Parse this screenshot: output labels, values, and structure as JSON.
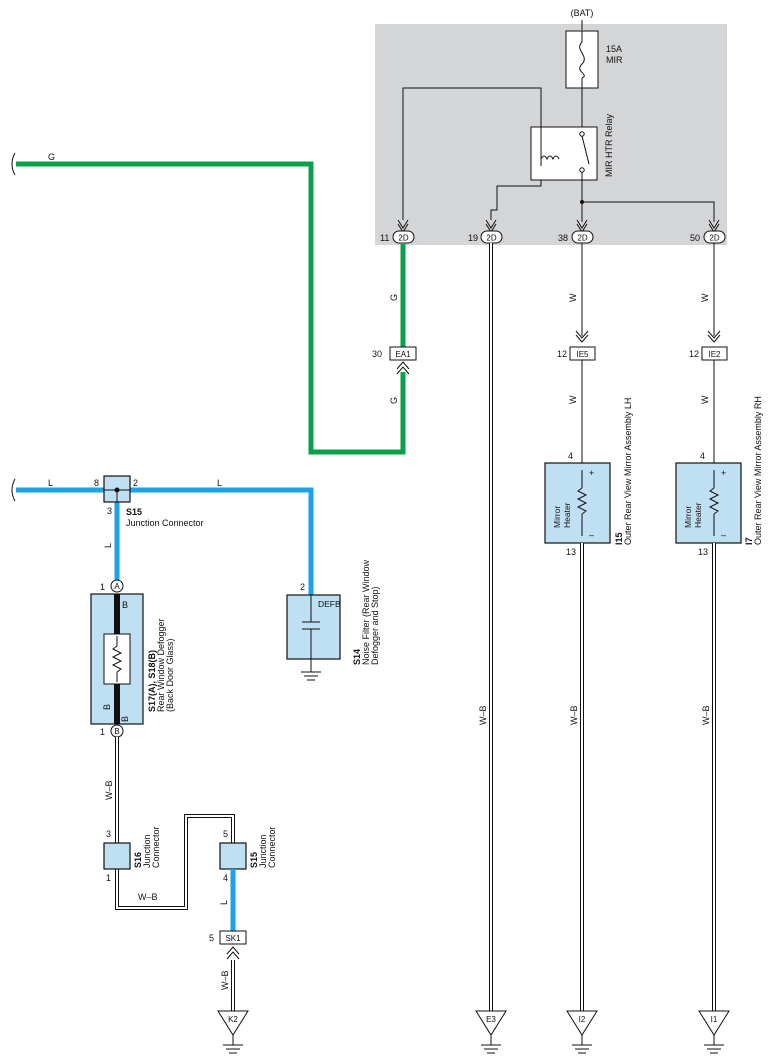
{
  "colors": {
    "green_wire": "#0ba14b",
    "blue_wire": "#1aa3e8",
    "module_bg": "#d4d5d7",
    "component_fill": "#bfe0f2"
  },
  "bat": "(BAT)",
  "fuse": {
    "amp": "15A",
    "name": "MIR"
  },
  "relay": "MIR HTR Relay",
  "wire_colors": {
    "g": "G",
    "l": "L",
    "w": "W",
    "wb": "W–B",
    "b": "B"
  },
  "connector_2d": "2D",
  "pins": {
    "p11": "11",
    "p19": "19",
    "p38": "38",
    "p50": "50",
    "p30": "30",
    "p12a": "12",
    "p12b": "12",
    "s15_8": "8",
    "s15_2": "2",
    "s15_3": "3",
    "s17_1a": "1",
    "s17_1b": "1",
    "s14_2": "2",
    "s16_3": "3",
    "s16_1": "1",
    "s15b_5": "5",
    "s15b_4": "4",
    "sk1_5": "5",
    "i15_4": "4",
    "i15_13": "13",
    "i7_4": "4",
    "i7_13": "13"
  },
  "connectors": {
    "ea1": "EA1",
    "ie5": "IE5",
    "ie2": "IE2",
    "sk1": "SK1"
  },
  "s15_top": {
    "code": "S15",
    "name": "Junction Connector"
  },
  "defogger": {
    "code": "S17(A), S18(B)",
    "line1": "Rear Window Defogger",
    "line2": "(Back Door Glass)",
    "pin_a": "A",
    "pin_b": "B"
  },
  "noise_filter": {
    "code": "S14",
    "line1": "Noise Filter (Rear Window",
    "line2": "Defogger and Stop)",
    "label": "DEFB"
  },
  "s16": {
    "code": "S16",
    "line1": "Junction",
    "line2": "Connector"
  },
  "s15_bottom": {
    "code": "S15",
    "line1": "Junction",
    "line2": "Connector"
  },
  "mirror_lh": {
    "code": "I15",
    "name": "Outer Rear View Mirror Assembly LH",
    "line1": "Mirror",
    "line2": "Heater",
    "plus": "+",
    "minus": "–"
  },
  "mirror_rh": {
    "code": "I7",
    "name": "Outer Rear View Mirror Assembly RH",
    "line1": "Mirror",
    "line2": "Heater",
    "plus": "+",
    "minus": "–"
  },
  "grounds": {
    "k2": "K2",
    "e3": "E3",
    "i2": "I2",
    "i1": "I1"
  }
}
